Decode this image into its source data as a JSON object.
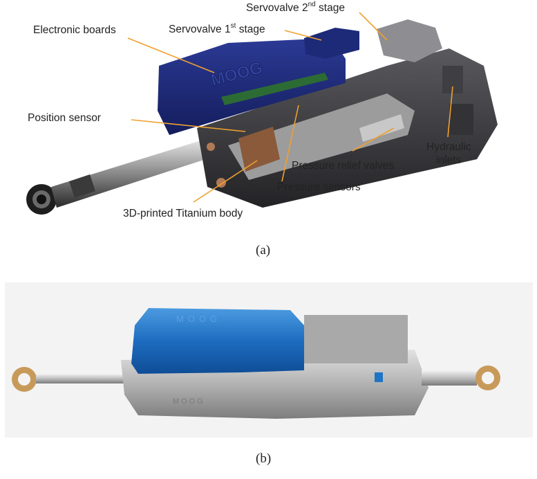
{
  "panel_a": {
    "labels": {
      "electronic_boards": "Electronic boards",
      "servovalve_1st_base": "Servovalve 1",
      "servovalve_1st_sup": "st",
      "servovalve_1st_tail": " stage",
      "servovalve_2nd_base": "Servovalve 2",
      "servovalve_2nd_sup": "nd",
      "servovalve_2nd_tail": " stage",
      "position_sensor": "Position sensor",
      "hydraulic_inlets_line1": "Hydraulic",
      "hydraulic_inlets_line2": "inlets",
      "pressure_relief_valves": "Pressure relief valves",
      "pressure_sensors": "Pressure sensors",
      "titanium_body": "3D-printed Titanium body"
    },
    "logo_text": "MOOG",
    "caption": "(a)"
  },
  "panel_b": {
    "logo_text": "MOOG",
    "caption": "(b)"
  },
  "colors": {
    "leader_line": "#f0a030",
    "cover_blue_dark": "#1c2a78",
    "cover_blue_photo": "#1f74c4",
    "body_dark": "#3b3b3f",
    "titanium": "#b8b8b8"
  }
}
